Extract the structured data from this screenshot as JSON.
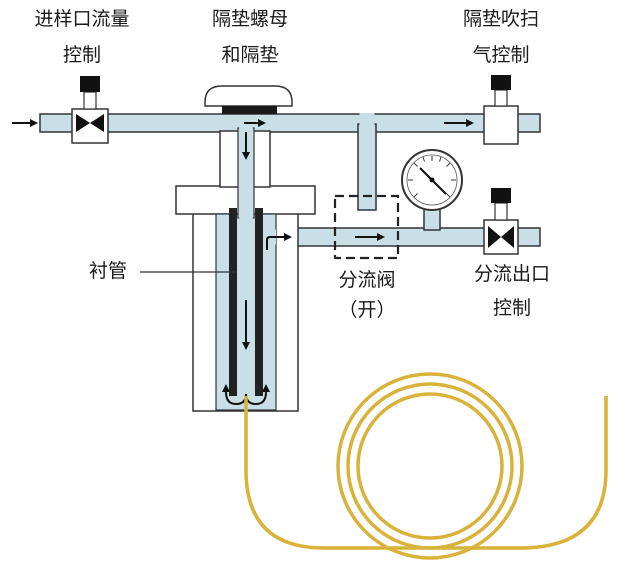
{
  "labels": {
    "inlet_flow_l1": "进样口流量",
    "inlet_flow_l2": "控制",
    "septum_nut_l1": "隔垫螺母",
    "septum_nut_l2": "和隔垫",
    "septum_purge_l1": "隔垫吹扫",
    "septum_purge_l2": "气控制",
    "liner": "衬管",
    "split_valve_l1": "分流阀",
    "split_valve_l2": "（开）",
    "split_outlet_l1": "分流出口",
    "split_outlet_l2": "控制"
  },
  "colors": {
    "tube_fill": "#c9dfe8",
    "outline": "#333333",
    "body_fill": "#ffffff",
    "liner_fill": "#222222",
    "column": "#d9b23a",
    "arrow": "#111111"
  }
}
